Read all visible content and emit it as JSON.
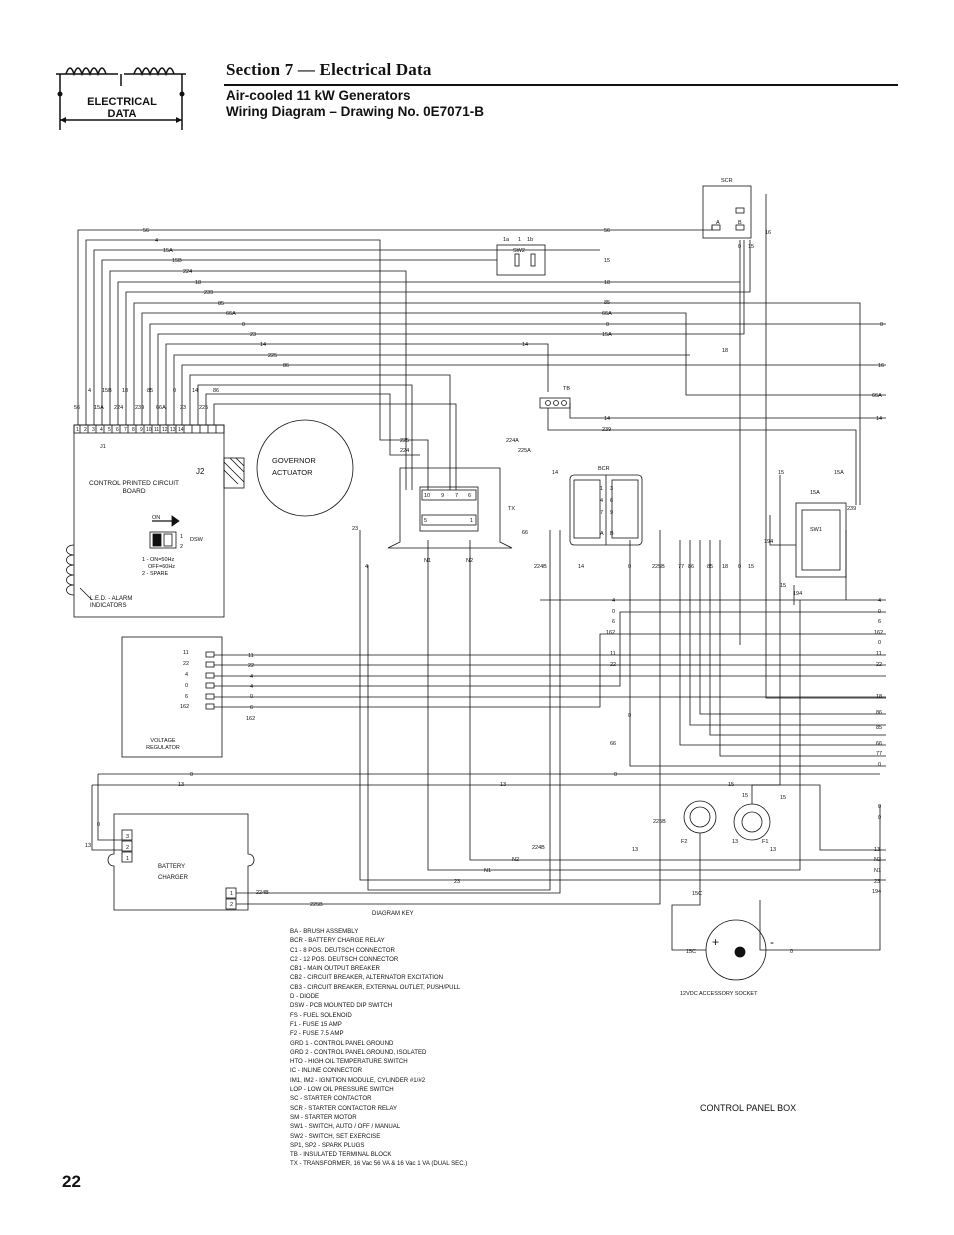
{
  "header": {
    "logo_text": "ELECTRICAL DATA",
    "section_title": "Section 7 — Electrical Data",
    "subtitle_line1": "Air-cooled 11 kW Generators",
    "subtitle_line2": "Wiring Diagram – Drawing No. 0E7071-B"
  },
  "page_number": "22",
  "control_panel_label": "CONTROL PANEL BOX",
  "components": {
    "pcb": "CONTROL PRINTED CIRCUIT BOARD",
    "governor": "GOVERNOR ACTUATOR",
    "voltage_regulator": "VOLTAGE REGULATOR",
    "battery_charger": "BATTERY CHARGER",
    "led": "L.E.D. - ALARM INDICATORS",
    "dsw_notes": [
      "1 - ON=50Hz",
      "OFF=60Hz",
      "2 - SPARE"
    ],
    "socket": "12VDC ACCESSORY SOCKET"
  },
  "diagram_key": {
    "title": "DIAGRAM KEY",
    "items": [
      "BA - BRUSH ASSEMBLY",
      "BCR - BATTERY CHARGE RELAY",
      "C1 - 8 POS. DEUTSCH CONNECTOR",
      "C2 - 12 POS. DEUTSCH CONNECTOR",
      "CB1 - MAIN OUTPUT BREAKER",
      "CB2 - CIRCUIT BREAKER, ALTERNATOR EXCITATION",
      "CB3 - CIRCUIT BREAKER, EXTERNAL OUTLET, PUSH/PULL",
      "D  - DIODE",
      "DSW - PCB MOUNTED DIP SWITCH",
      "FS  - FUEL SOLENOID",
      "F1 - FUSE 15 AMP",
      "F2 - FUSE 7.5 AMP",
      "GRD 1 - CONTROL PANEL GROUND",
      "GRD 2 - CONTROL PANEL GROUND, ISOLATED",
      "HTO - HIGH OIL TEMPERATURE SWITCH",
      "IC - INLINE CONNECTOR",
      "IM1, IM2 - IGNITION MODULE, CYLINDER #1/#2",
      "LOP - LOW OIL PRESSURE SWITCH",
      "SC - STARTER CONTACTOR",
      "SCR - STARTER CONTACTOR RELAY",
      "SM  - STARTER MOTOR",
      "SW1 - SWITCH, AUTO / OFF / MANUAL",
      "SW2 - SWITCH, SET EXERCISE",
      "SP1, SP2 - SPARK PLUGS",
      "TB  - INSULATED TERMINAL BLOCK",
      "TX - TRANSFORMER, 16 Vac 56 VA & 16 Vac 1 VA (DUAL SEC.)"
    ]
  }
}
